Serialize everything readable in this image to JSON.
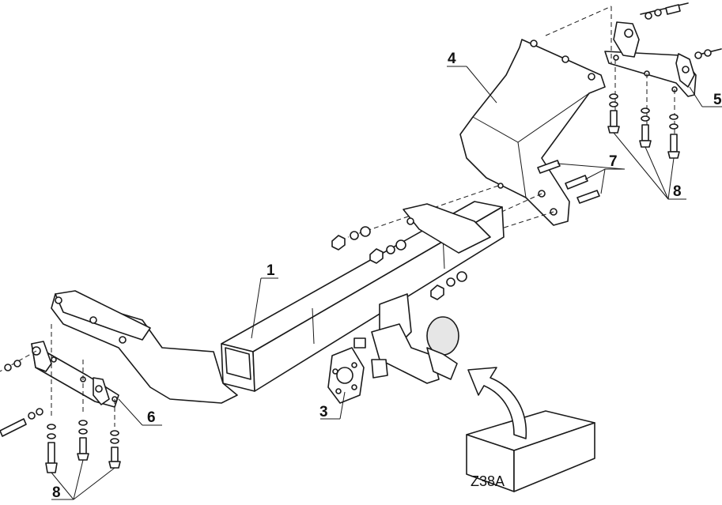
{
  "callouts": {
    "p1": "1",
    "p3": "3",
    "p4": "4",
    "p5": "5",
    "p6": "6",
    "p7": "7",
    "p8_right": "8",
    "p8_left": "8"
  },
  "box_label": "Z38A"
}
